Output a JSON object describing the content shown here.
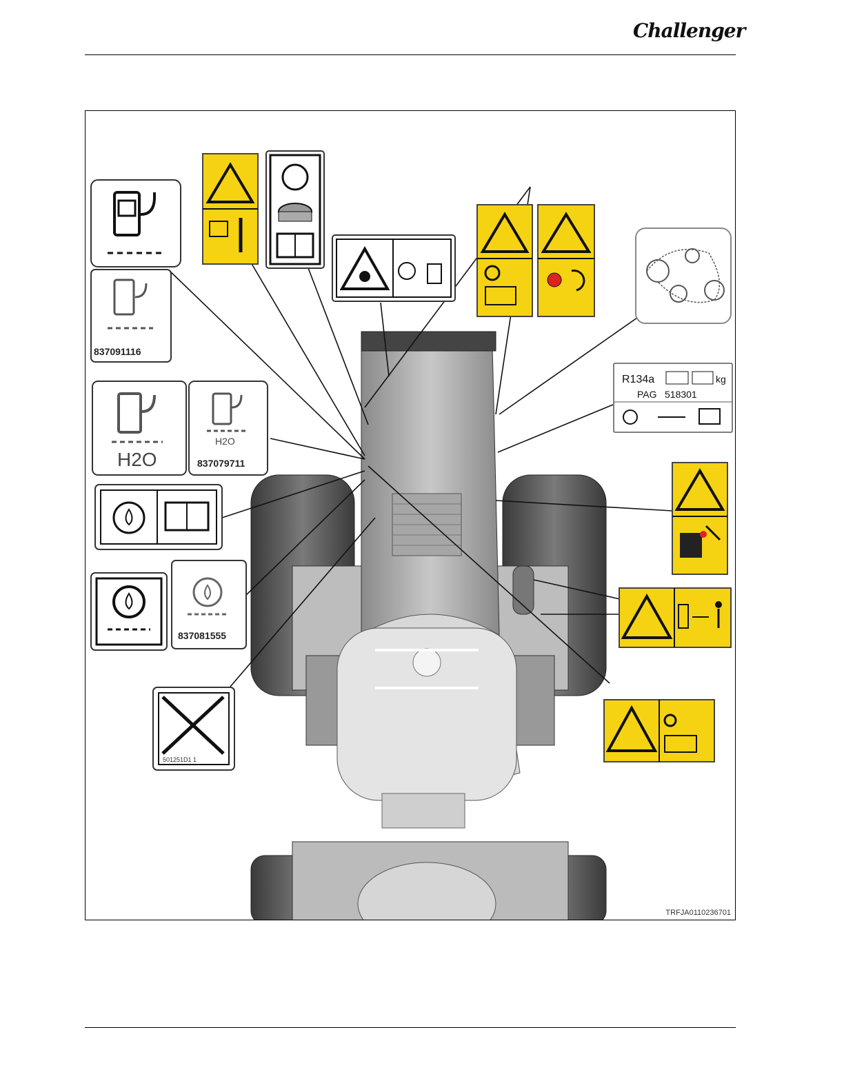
{
  "header": {
    "brand": "Challenger"
  },
  "figure": {
    "reference_code": "TRFJA0110236701",
    "decals": {
      "fuel_small": {
        "part_number": "837091116"
      },
      "fuel_water": {
        "part_number": "837079711",
        "water_symbol": "H2O",
        "water_symbol_large": "H2O"
      },
      "oil": {
        "part_number": "837081555"
      },
      "refrigerant": {
        "gas": "R134a",
        "unit": "kg",
        "oil": "PAG",
        "oil_code": "518301"
      },
      "no_step": {
        "code": "501251D1 1"
      }
    }
  },
  "colors": {
    "warning_yellow": "#f5d313",
    "tractor_gray": "#9a9a9a"
  }
}
